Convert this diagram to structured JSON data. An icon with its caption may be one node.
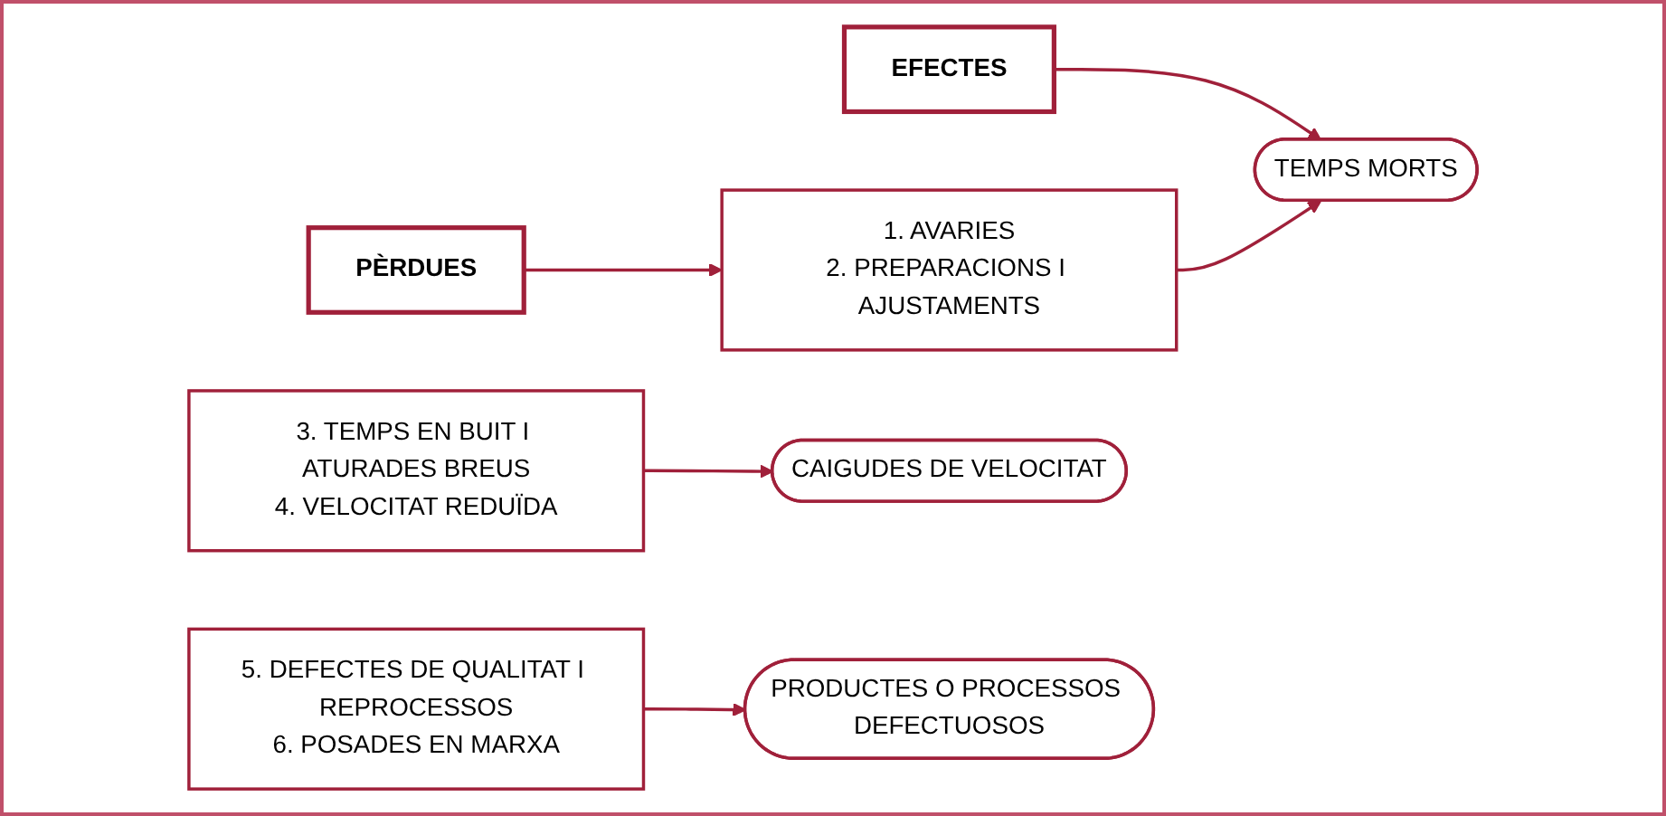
{
  "diagram": {
    "nodes": [
      {
        "text": [
          "PÈRDUES"
        ]
      },
      {
        "text": [
          "EFECTES"
        ]
      },
      {
        "text": [
          "1. AVARIES",
          "2. PREPARACIONS I AJUSTAMENTS"
        ]
      },
      {
        "text": [
          "TEMPS MORTS"
        ]
      },
      {
        "text": [
          "3. TEMPS EN BUIT I ATURADES BREUS",
          "4. VELOCITAT REDUÏDA"
        ]
      },
      {
        "text": [
          "CAIGUDES DE VELOCITAT"
        ]
      },
      {
        "text": [
          "5. DEFECTES DE QUALITAT I REPROCESSOS",
          "6. POSADES EN MARXA"
        ]
      },
      {
        "text": [
          "PRODUCTES O PROCESSOS DEFECTUOSOS"
        ]
      }
    ],
    "edges": [
      {
        "from": 0,
        "to": 2,
        "arrow": "to"
      },
      {
        "from": 1,
        "to": 3,
        "arrow": "to"
      },
      {
        "from": 2,
        "to": 3,
        "arrow": "to"
      },
      {
        "from": 4,
        "to": 5,
        "arrow": "to"
      },
      {
        "from": 6,
        "to": 7,
        "arrow": "to"
      }
    ]
  }
}
